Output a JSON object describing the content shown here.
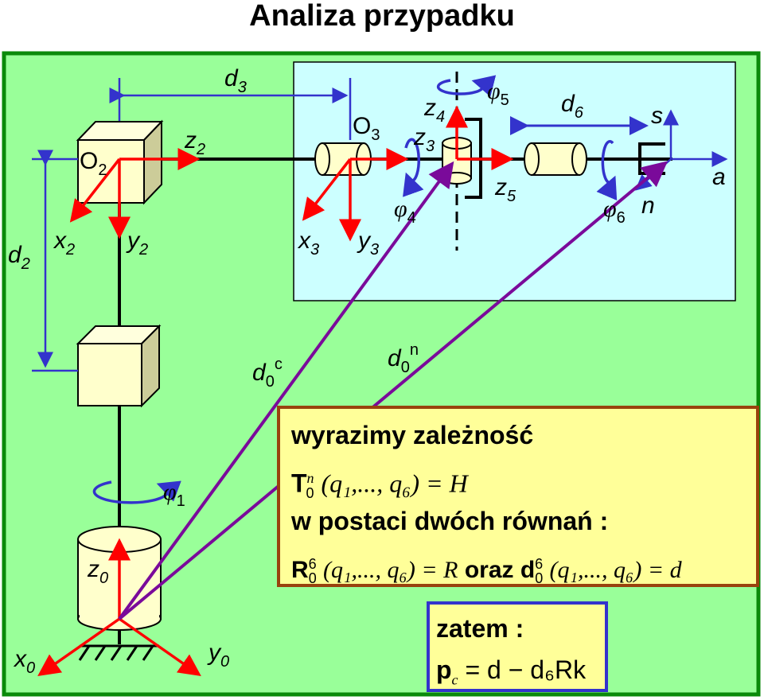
{
  "title": "Analiza przypadku",
  "labels": {
    "d3": "d",
    "d3_sub": "3",
    "O3": "O",
    "O3_sub": "3",
    "z4": "z",
    "z4_sub": "4",
    "phi5": "φ",
    "phi5_sub": "5",
    "d6": "d",
    "d6_sub": "6",
    "s": "s",
    "z2": "z",
    "z2_sub": "2",
    "O2": "O",
    "O2_sub": "2",
    "z3": "z",
    "z3_sub": "3",
    "a": "a",
    "z5": "z",
    "z5_sub": "5",
    "phi4": "φ",
    "phi4_sub": "4",
    "phi6": "φ",
    "phi6_sub": "6",
    "n": "n",
    "d2": "d",
    "d2_sub": "2",
    "x2": "x",
    "x2_sub": "2",
    "y2": "y",
    "y2_sub": "2",
    "x3": "x",
    "x3_sub": "3",
    "y3": "y",
    "y3_sub": "3",
    "d0c": "d",
    "d0c_sub": "0",
    "d0c_sup": "c",
    "d0n": "d",
    "d0n_sub": "0",
    "d0n_sup": "n",
    "phi1": "φ",
    "phi1_sub": "1",
    "z0": "z",
    "z0_sub": "0",
    "x0": "x",
    "x0_sub": "0",
    "y0": "y",
    "y0_sub": "0"
  },
  "box1": {
    "line1": "wyrazimy  zależność",
    "eq1_T": "T",
    "eq1_sup": "n",
    "eq1_sub": "0",
    "eq1_args": "(q₁,..., q₆) = H",
    "line3": "w  postaci  dwóch  równań :",
    "eq2_R": "R",
    "eq2_sup": "6",
    "eq2_sub": "0",
    "eq2_args": "(q₁,..., q₆) = R",
    "eq2_oraz": "oraz",
    "eq2_d": "d",
    "eq2_dsup": "6",
    "eq2_dsub": "0",
    "eq2_dargs": "(q₁,..., q₆) = d"
  },
  "box2": {
    "line1": "zatem :",
    "p": "p",
    "p_sub": "c",
    "rhs": "= d − d₆Rk"
  },
  "colors": {
    "frame_green": "#0a8a0a",
    "background_green": "#99ff99",
    "cyan_panel": "#ccffff",
    "axis_red": "#ff0000",
    "dim_blue": "#3333cc",
    "purple_vector": "#7a0a9a",
    "box_yellow": "#ffff99",
    "box_border_brown": "#99420d",
    "cube_face": "#ffffcc"
  }
}
